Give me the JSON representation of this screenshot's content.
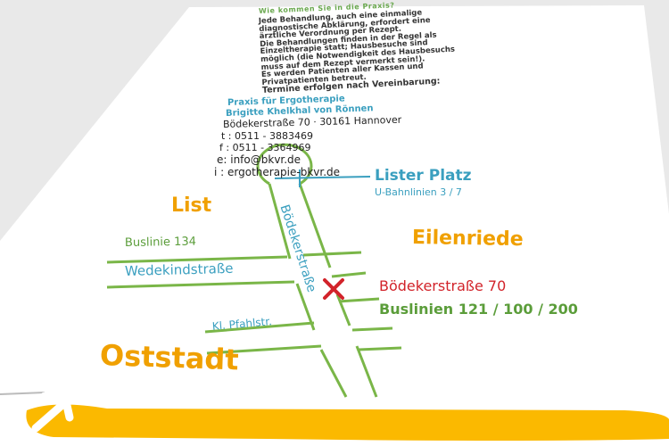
{
  "flyer": {
    "heading": "Wie kommen Sie in die Praxis?",
    "paragraph_lines": [
      "Jede Behandlung, auch eine einmalige",
      "diagnostische Abklärung, erfordert eine",
      "ärztliche Verordnung per Rezept.",
      "Die Behandlungen finden in der Regel als",
      "Einzeltherapie statt; Hausbesuche sind",
      "möglich (die Notwendigkeit des Hausbesuchs",
      "muss auf dem Rezept vermerkt sein!).",
      "Es werden Patienten aller Kassen und",
      "Privatpatienten betreut.",
      "Termine erfolgen nach Vereinbarung:"
    ],
    "practice_name": "Praxis für Ergotherapie",
    "owner": "Brigitte Khelkhal von Rönnen",
    "address": "Bödekerstraße 70 · 30161 Hannover",
    "phone": "t : 0511 - 3883469",
    "fax": "f : 0511 - 3364969",
    "email": "e: info@bkvr.de",
    "web": "i : ergotherapie-bkvr.de"
  },
  "map": {
    "lister_platz": "Lister Platz",
    "ubahn": "U-Bahnlinien 3 / 7",
    "list": "List",
    "eilenriede": "Eilenriede",
    "buslinie_134": "Buslinie 134",
    "wedekindstrasse": "Wedekindstraße",
    "boedekerstrasse": "Bödekerstraße",
    "destination": "Bödekerstraße 70",
    "buslinien": "Buslinien 121 / 100 / 200",
    "kl_pfahlstr": "Kl. Pfahlstr.",
    "oststadt": "Oststadt"
  },
  "colors": {
    "road": "#7ab648",
    "street_label": "#3a9fbf",
    "district": "#f0a000",
    "marker": "#d2232a",
    "stripe": "#fbb900"
  }
}
